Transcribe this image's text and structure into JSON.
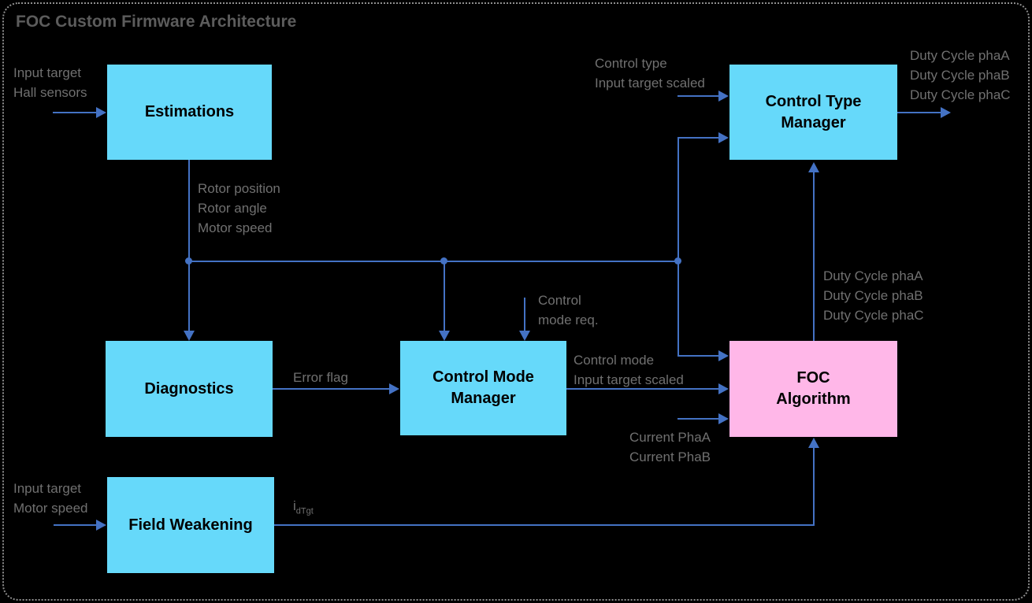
{
  "title": "FOC Custom Firmware Architecture",
  "colors": {
    "background": "#000000",
    "box_cyan": "#66D9FA",
    "box_pink": "#FFB7E8",
    "connector_blue": "#4472C4",
    "label_gray": "#707070",
    "title_gray": "#5C5C5C",
    "box_text": "#000000",
    "frame_dotted_gray": "#8F8F8F"
  },
  "blocks": {
    "estimations": {
      "lines": [
        "Estimations"
      ]
    },
    "control_type_manager": {
      "lines": [
        "Control Type",
        "Manager"
      ]
    },
    "diagnostics": {
      "lines": [
        "Diagnostics"
      ]
    },
    "control_mode_manager": {
      "lines": [
        "Control Mode",
        "Manager"
      ]
    },
    "foc_algorithm": {
      "lines": [
        "FOC",
        "Algorithm"
      ]
    },
    "field_weakening": {
      "lines": [
        "Field Weakening"
      ]
    }
  },
  "labels": {
    "estimations_inputs": [
      "Input target",
      "Hall sensors"
    ],
    "ctm_inputs": [
      "Control type",
      "Input target scaled"
    ],
    "duty_cycle_outputs_top": [
      "Duty Cycle phaA",
      "Duty Cycle phaB",
      "Duty Cycle phaC"
    ],
    "estimation_outputs": [
      "Rotor position",
      "Rotor angle",
      "Motor speed"
    ],
    "control_mode_request": [
      "Control",
      "mode req."
    ],
    "error_flag": "Error flag",
    "cmm_outputs": [
      "Control mode",
      "Input target scaled"
    ],
    "current_inputs": [
      "Current PhaA",
      "Current PhaB"
    ],
    "foc_duty_outputs": [
      "Duty Cycle phaA",
      "Duty Cycle phaB",
      "Duty Cycle phaC"
    ],
    "field_weakening_inputs": [
      "Input target",
      "Motor speed"
    ],
    "idtgt": {
      "base": "i",
      "sub": "dTgt"
    }
  }
}
